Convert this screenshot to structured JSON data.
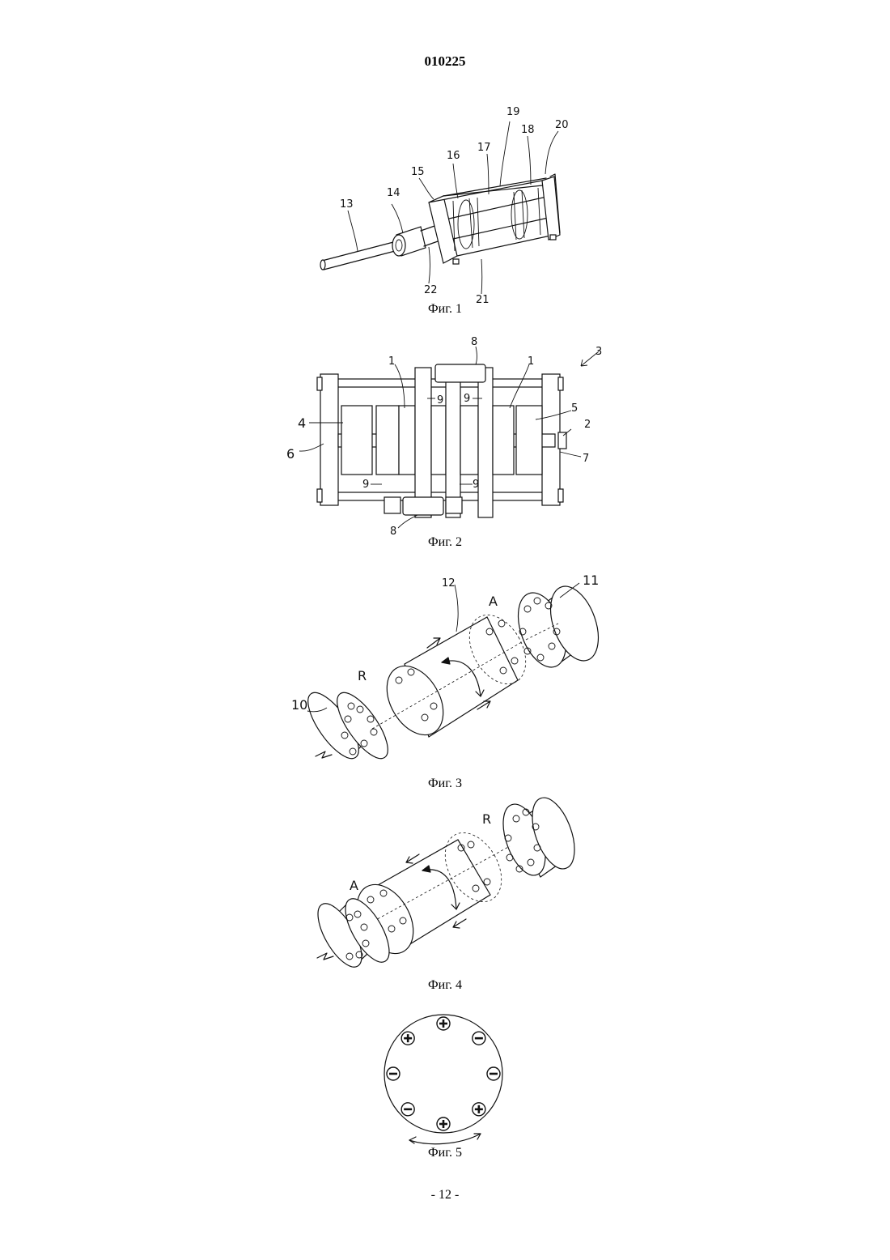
{
  "header": {
    "patent_number": "010225"
  },
  "figures": [
    {
      "id": "fig1",
      "caption": "Фиг. 1",
      "labels": [
        "13",
        "14",
        "15",
        "16",
        "17",
        "19",
        "18",
        "20",
        "22",
        "21"
      ]
    },
    {
      "id": "fig2",
      "caption": "Фиг. 2",
      "labels": [
        "8",
        "3",
        "1",
        "1",
        "9",
        "9",
        "4",
        "5",
        "2",
        "6",
        "7",
        "9",
        "9",
        "8"
      ]
    },
    {
      "id": "fig3",
      "caption": "Фиг. 3",
      "labels": [
        "12",
        "A",
        "11",
        "R",
        "10"
      ]
    },
    {
      "id": "fig4",
      "caption": "Фиг. 4",
      "labels": [
        "R",
        "A"
      ]
    },
    {
      "id": "fig5",
      "caption": "Фиг. 5",
      "pole_signs": [
        "+",
        "−",
        "−",
        "+",
        "+",
        "−",
        "−",
        "+"
      ]
    }
  ],
  "footer": {
    "page_number": "- 12 -"
  }
}
